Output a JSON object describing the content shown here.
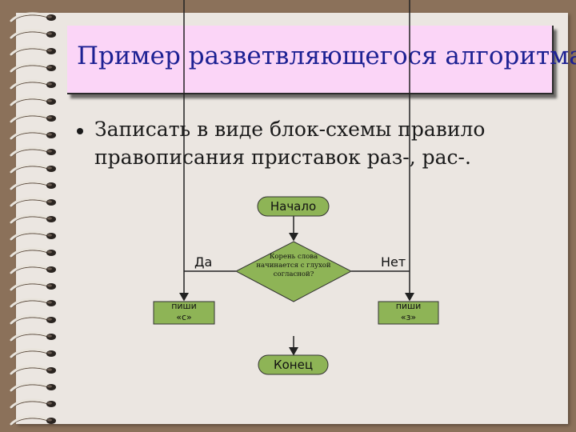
{
  "slide": {
    "title": "Пример разветвляющегося алгоритма",
    "bullet_line1": "Записать в виде блок-схемы правило",
    "bullet_line2": "правописания приставок раз-, рас-."
  },
  "flowchart": {
    "start": "Начало",
    "condition": "Корень слова начинается с глухой согласной?",
    "yes_label": "Да",
    "no_label": "Нет",
    "yes_action_line1": "пиши",
    "yes_action_line2": "«с»",
    "no_action_line1": "пиши",
    "no_action_line2": "«з»",
    "end": "Конец"
  },
  "colors": {
    "background": "#8b715a",
    "paper": "#ebe6e1",
    "title_box": "#fbd5f7",
    "title_text": "#1d2193",
    "shape_fill": "#8eb456"
  }
}
